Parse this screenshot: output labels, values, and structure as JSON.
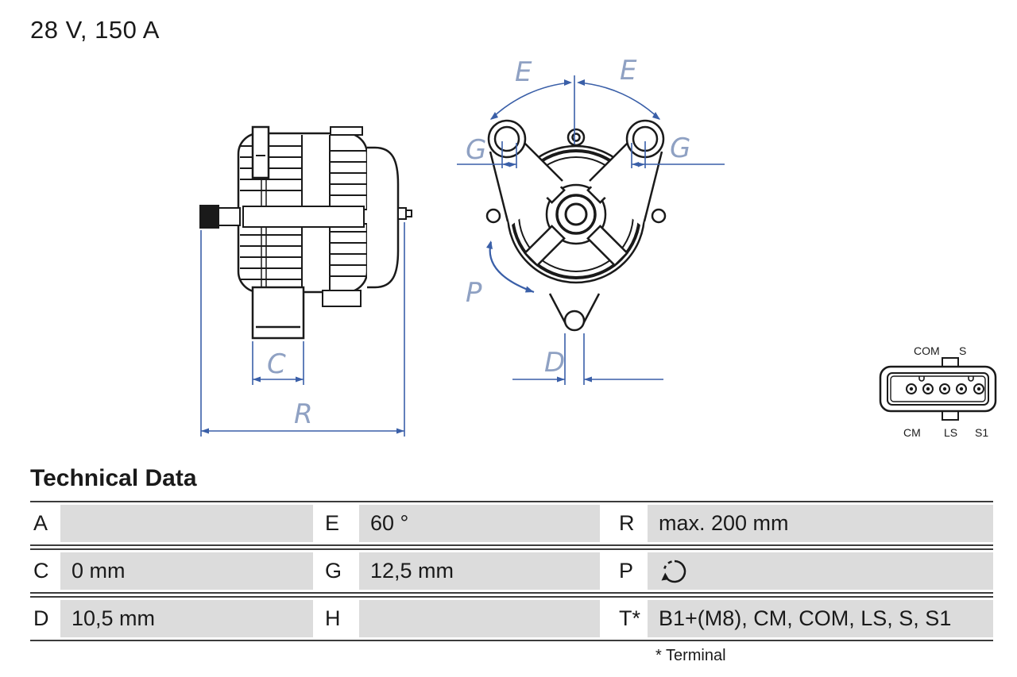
{
  "header": {
    "title": "28 V, 150 A"
  },
  "colors": {
    "line_black": "#1a1a1a",
    "dimension_blue": "#3a5fa8",
    "dim_label_blue": "#8fa1c3",
    "table_cell_gray": "#dcdcdc"
  },
  "drawings": {
    "side_view": {
      "description": "alternator side view",
      "labels": {
        "c": "C",
        "r": "R"
      }
    },
    "front_view": {
      "description": "alternator rear/front view with mounting ears",
      "labels": {
        "e_left": "E",
        "e_right": "E",
        "g_left": "G",
        "g_right": "G",
        "p": "P",
        "d": "D"
      }
    },
    "connector": {
      "description": "5-pin plug connector",
      "top_labels": {
        "com": "COM",
        "s": "S"
      },
      "bottom_labels": {
        "cm": "CM",
        "ls": "LS",
        "s1": "S1"
      }
    }
  },
  "technical_data": {
    "heading": "Technical Data",
    "rows": [
      [
        {
          "label": "A",
          "value": ""
        },
        {
          "label": "E",
          "value": "60 °"
        },
        {
          "label": "R",
          "value": "max. 200 mm"
        }
      ],
      [
        {
          "label": "C",
          "value": "0 mm"
        },
        {
          "label": "G",
          "value": "12,5 mm"
        },
        {
          "label": "P",
          "value": "",
          "icon": "rotation-arrow"
        }
      ],
      [
        {
          "label": "D",
          "value": "10,5 mm"
        },
        {
          "label": "H",
          "value": ""
        },
        {
          "label": "T*",
          "value": "B1+(M8), CM, COM, LS, S, S1"
        }
      ]
    ],
    "footnote": "* Terminal"
  }
}
